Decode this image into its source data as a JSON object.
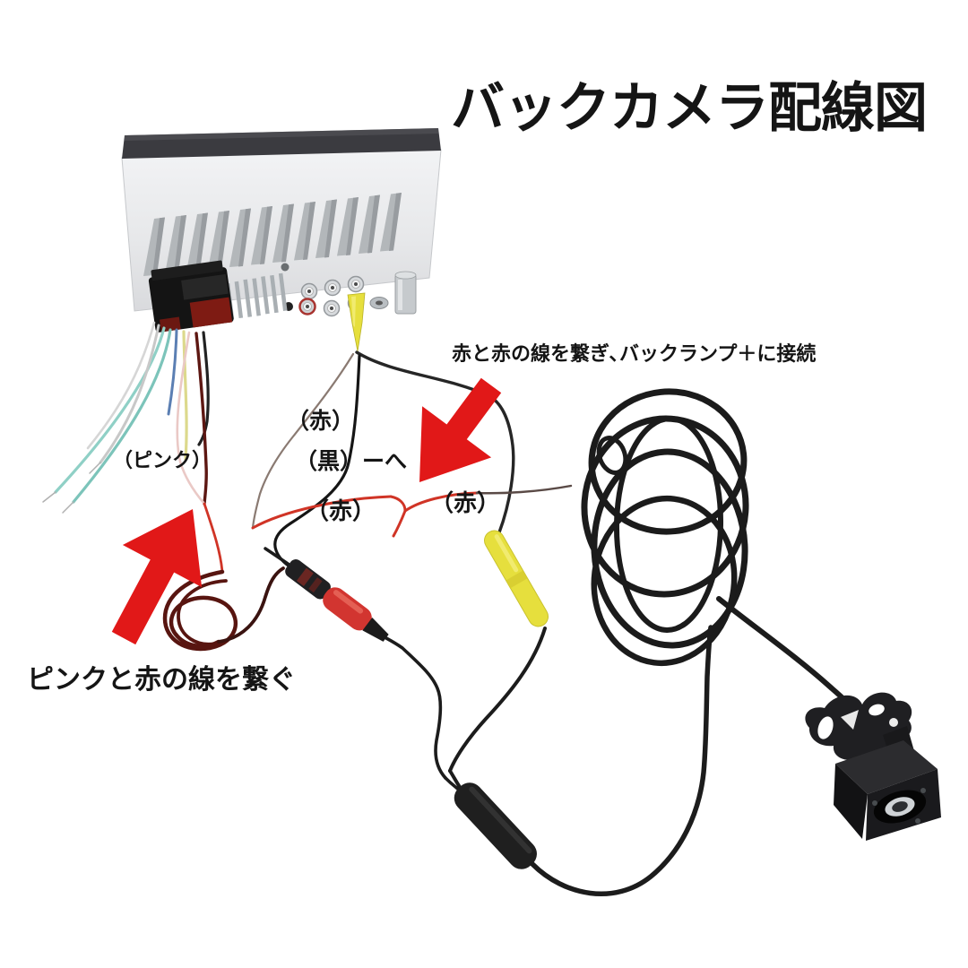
{
  "title": "バックカメラ配線図",
  "annotations": {
    "connect_note": "赤と赤の線を繋ぎ､バックランプ＋に接続",
    "red_upper": "（赤）",
    "pink": "（ピンク）",
    "black_minus": "（黒）ーへ",
    "red_left": "（赤）",
    "red_right": "（赤）",
    "bottom_note": "ピンクと赤の線を繋ぐ"
  },
  "colors": {
    "arrow_red": "#e11818",
    "wire_red": "#d03426",
    "wire_pink": "#eac9c6",
    "wire_teal": "#8fd0c6",
    "wire_yellow": "#dcd98c",
    "wire_darkred": "#5d1712",
    "rca_yellow": "#e6df3d",
    "rca_red": "#d23530",
    "cable_black": "#1c1c1c",
    "unit_body": "#e9eaec",
    "unit_band": "#3b3b40",
    "text": "#151515",
    "background": "#ffffff"
  }
}
